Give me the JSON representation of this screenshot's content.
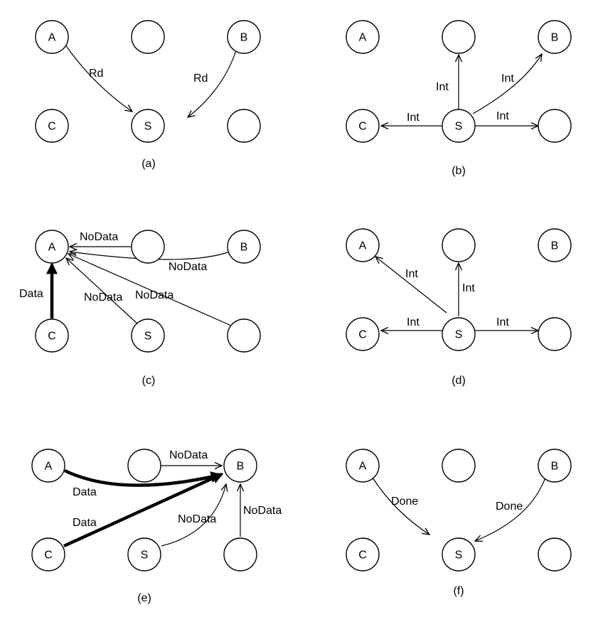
{
  "panels": [
    {
      "caption": "(a)",
      "nodes": [
        {
          "id": "A",
          "label": "A"
        },
        {
          "id": "T",
          "label": ""
        },
        {
          "id": "B",
          "label": "B"
        },
        {
          "id": "C",
          "label": "C"
        },
        {
          "id": "S",
          "label": "S"
        },
        {
          "id": "R",
          "label": ""
        }
      ],
      "edges": [
        {
          "from": "A",
          "to": "S",
          "label": "Rd",
          "weight": "thin"
        },
        {
          "from": "B",
          "to": "S",
          "label": "Rd",
          "weight": "thin"
        }
      ]
    },
    {
      "caption": "(b)",
      "nodes": [
        {
          "id": "A",
          "label": "A"
        },
        {
          "id": "T",
          "label": ""
        },
        {
          "id": "B",
          "label": "B"
        },
        {
          "id": "C",
          "label": "C"
        },
        {
          "id": "S",
          "label": "S"
        },
        {
          "id": "R",
          "label": ""
        }
      ],
      "edges": [
        {
          "from": "S",
          "to": "T",
          "label": "Int",
          "weight": "thin"
        },
        {
          "from": "S",
          "to": "B",
          "label": "Int",
          "weight": "thin"
        },
        {
          "from": "S",
          "to": "C",
          "label": "Int",
          "weight": "thin"
        },
        {
          "from": "S",
          "to": "R",
          "label": "Int",
          "weight": "thin"
        }
      ]
    },
    {
      "caption": "(c)",
      "nodes": [
        {
          "id": "A",
          "label": "A"
        },
        {
          "id": "T",
          "label": ""
        },
        {
          "id": "B",
          "label": "B"
        },
        {
          "id": "C",
          "label": "C"
        },
        {
          "id": "S",
          "label": "S"
        },
        {
          "id": "R",
          "label": ""
        }
      ],
      "edges": [
        {
          "from": "T",
          "to": "A",
          "label": "NoData",
          "weight": "thin"
        },
        {
          "from": "B",
          "to": "A",
          "label": "NoData",
          "weight": "thin"
        },
        {
          "from": "C",
          "to": "A",
          "label": "Data",
          "weight": "thick"
        },
        {
          "from": "S",
          "to": "A",
          "label": "NoData",
          "weight": "thin"
        },
        {
          "from": "R",
          "to": "A",
          "label": "NoData",
          "weight": "thin"
        }
      ]
    },
    {
      "caption": "(d)",
      "nodes": [
        {
          "id": "A",
          "label": "A"
        },
        {
          "id": "T",
          "label": ""
        },
        {
          "id": "B",
          "label": "B"
        },
        {
          "id": "C",
          "label": "C"
        },
        {
          "id": "S",
          "label": "S"
        },
        {
          "id": "R",
          "label": ""
        }
      ],
      "edges": [
        {
          "from": "S",
          "to": "A",
          "label": "Int",
          "weight": "thin"
        },
        {
          "from": "S",
          "to": "T",
          "label": "Int",
          "weight": "thin"
        },
        {
          "from": "S",
          "to": "C",
          "label": "Int",
          "weight": "thin"
        },
        {
          "from": "S",
          "to": "R",
          "label": "Int",
          "weight": "thin"
        }
      ]
    },
    {
      "caption": "(e)",
      "nodes": [
        {
          "id": "A",
          "label": "A"
        },
        {
          "id": "T",
          "label": ""
        },
        {
          "id": "B",
          "label": "B"
        },
        {
          "id": "C",
          "label": "C"
        },
        {
          "id": "S",
          "label": "S"
        },
        {
          "id": "R",
          "label": ""
        }
      ],
      "edges": [
        {
          "from": "A",
          "to": "B",
          "label": "Data",
          "weight": "thick"
        },
        {
          "from": "T",
          "to": "B",
          "label": "NoData",
          "weight": "thin"
        },
        {
          "from": "C",
          "to": "B",
          "label": "Data",
          "weight": "thick"
        },
        {
          "from": "S",
          "to": "B",
          "label": "NoData",
          "weight": "thin"
        },
        {
          "from": "R",
          "to": "B",
          "label": "NoData",
          "weight": "thin"
        }
      ]
    },
    {
      "caption": "(f)",
      "nodes": [
        {
          "id": "A",
          "label": "A"
        },
        {
          "id": "T",
          "label": ""
        },
        {
          "id": "B",
          "label": "B"
        },
        {
          "id": "C",
          "label": "C"
        },
        {
          "id": "S",
          "label": "S"
        },
        {
          "id": "R",
          "label": ""
        }
      ],
      "edges": [
        {
          "from": "A",
          "to": "S",
          "label": "Done",
          "weight": "thin"
        },
        {
          "from": "B",
          "to": "S",
          "label": "Done",
          "weight": "thin"
        }
      ]
    }
  ]
}
